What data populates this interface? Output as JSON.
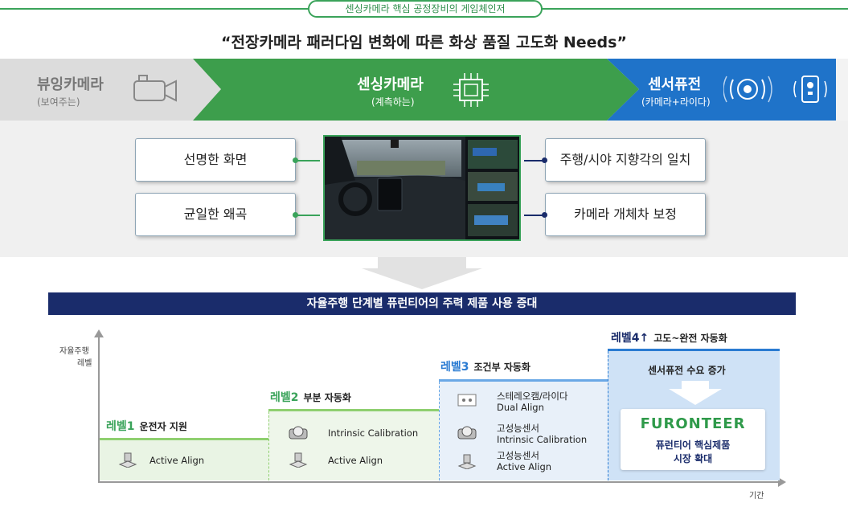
{
  "header": {
    "pill_label": "센싱카메라 핵심 공정장비의 게임체인저",
    "quote": "“전장카메라 패러다임 변화에 따른 화상 품질 고도화 Needs”"
  },
  "stages": [
    {
      "title": "뷰잉카메라",
      "subtitle": "(보여주는)",
      "icon": "camera-icon"
    },
    {
      "title": "센싱카메라",
      "subtitle": "(계측하는)",
      "icon": "chip-icon"
    },
    {
      "title": "센서퓨전",
      "subtitle": "(카메라+라이다)",
      "icon": "sensor-icon"
    }
  ],
  "features": {
    "left": [
      "선명한 화면",
      "균일한 왜곡"
    ],
    "right": [
      "주행/시야 지향각의 일치",
      "카메라 개체차 보정"
    ]
  },
  "roadmap": {
    "banner": "자율주행 단계별 퓨런티어의 주력 제품 사용 증대",
    "y_axis_label_1": "자율주행",
    "y_axis_label_2": "레벨",
    "x_axis_label": "기간",
    "levels": [
      {
        "name": "레벨1",
        "desc": "운전자 지원",
        "items": [
          "Active Align"
        ]
      },
      {
        "name": "레벨2",
        "desc": "부분 자동화",
        "items": [
          "Intrinsic Calibration",
          "Active Align"
        ]
      },
      {
        "name": "레벨3",
        "desc": "조건부 자동화",
        "items": [
          "스테레오캠/라이다\nDual Align",
          "고성능센서\nIntrinsic Calibration",
          "고성능센서\nActive Align"
        ]
      },
      {
        "name": "레벨4↑",
        "desc": "고도~완전 자동화",
        "items": [
          "센서퓨전 수요 증가"
        ]
      }
    ],
    "furonteer": {
      "logo": "FURONTEER",
      "line1": "퓨런티어 핵심제품",
      "line2": "시장 확대"
    }
  },
  "colors": {
    "green": "#3aa35a",
    "blue": "#2a7bd2",
    "navy": "#1a2c6b"
  }
}
